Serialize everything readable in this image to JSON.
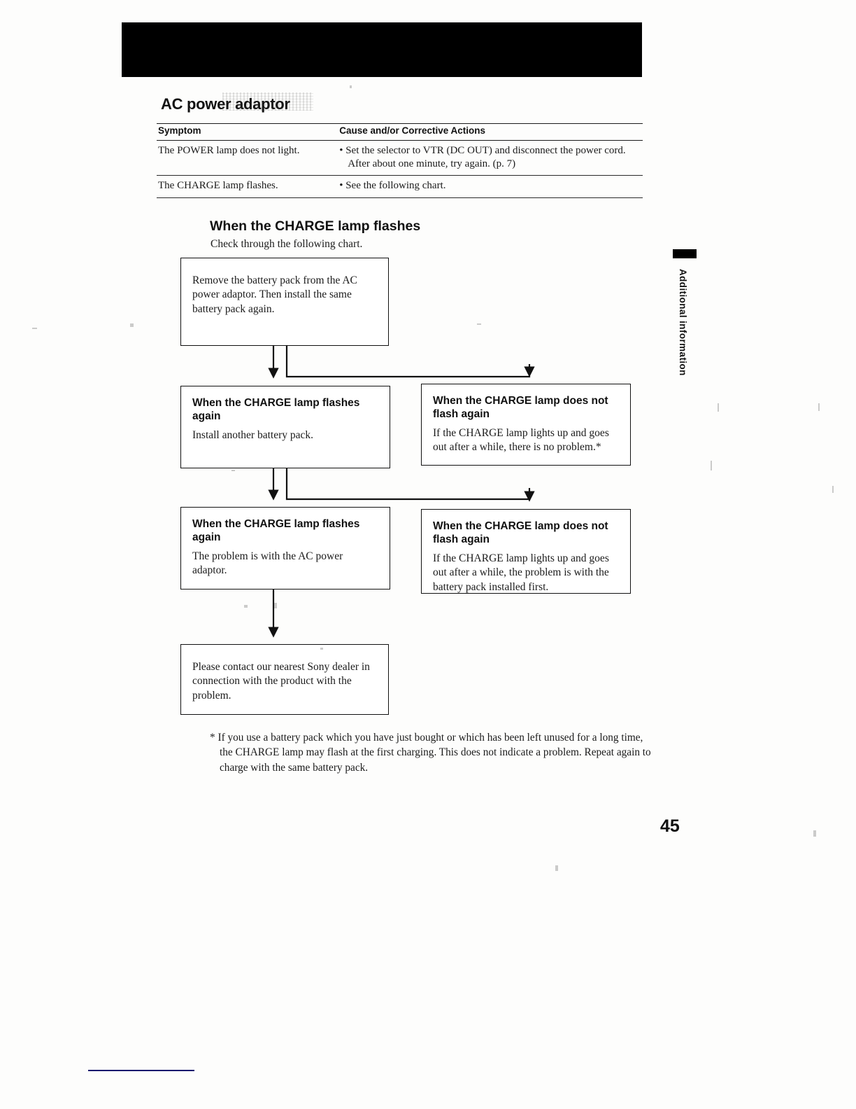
{
  "page": {
    "number": "45",
    "side_tab_label": "Additional information",
    "section_heading": "AC power adaptor"
  },
  "table": {
    "headers": [
      "Symptom",
      "Cause and/or Corrective Actions"
    ],
    "rows": [
      {
        "symptom": "The POWER lamp does not light.",
        "action": "• Set the selector to VTR (DC OUT) and disconnect the power cord. After about one minute, try again. (p. 7)"
      },
      {
        "symptom": "The CHARGE lamp flashes.",
        "action": "• See the following chart."
      }
    ]
  },
  "flowchart": {
    "title": "When the CHARGE lamp flashes",
    "subtitle": "Check through the following chart.",
    "boxes": {
      "start": {
        "body": "Remove the battery pack from the AC power adaptor. Then install the same battery pack again."
      },
      "left_1": {
        "head": "When the CHARGE lamp flashes again",
        "body": "Install another battery pack."
      },
      "right_1": {
        "head": "When the CHARGE lamp does not flash again",
        "body": "If the CHARGE lamp lights up and goes out after a while, there is no problem.*"
      },
      "left_2": {
        "head": "When the CHARGE lamp flashes again",
        "body": "The problem is with the AC power adaptor."
      },
      "right_2": {
        "head": "When the CHARGE lamp does not flash again",
        "body": "If the CHARGE lamp lights up and goes out after a while, the problem is with the battery pack installed first."
      },
      "end": {
        "body": "Please contact our nearest Sony dealer in connection with the product with the problem."
      }
    }
  },
  "footnote": "* If you use a battery pack which you have just bought or which has been left unused for a long time, the CHARGE lamp may flash at the first charging. This does not indicate a problem. Repeat again to charge with the same battery pack."
}
